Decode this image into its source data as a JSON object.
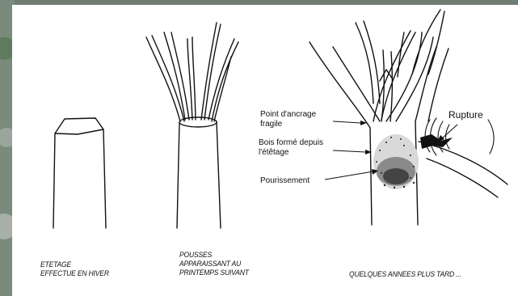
{
  "colors": {
    "ink": "#111111",
    "paper": "#ffffff",
    "photo_background": "#7f8a84"
  },
  "stages": [
    {
      "caption": "ETETAGE\nEFFECTUE EN HIVER"
    },
    {
      "caption": "POUSSES\nAPPARAISSANT AU\nPRINTEMPS SUIVANT"
    },
    {
      "caption": "QUELQUES ANNEES PLUS TARD ..."
    }
  ],
  "annotations": {
    "anchor_point": "Point d'ancrage\nfragile",
    "new_wood": "Bois formé depuis\nl'étêtage",
    "rot": "Pourissement",
    "rupture": "Rupture"
  }
}
